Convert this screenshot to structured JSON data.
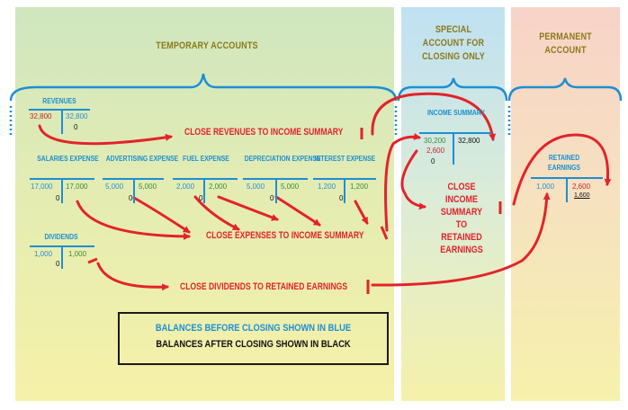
{
  "headers": {
    "temporary": "TEMPORARY ACCOUNTS",
    "special": "SPECIAL ACCOUNT FOR CLOSING ONLY",
    "permanent": "PERMANENT ACCOUNT"
  },
  "accounts": {
    "revenues": {
      "name": "REVENUES",
      "debit": "32,800",
      "credit": "32,800"
    },
    "salaries": {
      "name": "SALARIES EXPENSE",
      "debit": "17,000",
      "credit": "17,000"
    },
    "advertising": {
      "name": "ADVERTISING EXPENSE",
      "debit": "5,000",
      "credit": "5,000"
    },
    "fuel": {
      "name": "FUEL EXPENSE",
      "debit": "2,000",
      "credit": "2,000"
    },
    "depreciation": {
      "name": "DEPRECIATION EXPENSE",
      "debit": "5,000",
      "credit": "5,000"
    },
    "interest": {
      "name": "INTEREST EXPENSE",
      "debit": "1,200",
      "credit": "1,200"
    },
    "dividends": {
      "name": "DIVIDENDS",
      "debit": "1,000",
      "credit": "1,000"
    },
    "income_summary": {
      "name": "INCOME SUMMARY",
      "debit1": "30,200",
      "debit2": "2,600",
      "credit": "32,800"
    },
    "retained_earnings": {
      "name": "RETAINED EARNINGS",
      "debit": "1,000",
      "credit": "2,600",
      "balance": "1,600"
    }
  },
  "zero_balance_mark": "0",
  "steps": {
    "close_revenues": "CLOSE REVENUES TO INCOME SUMMARY",
    "close_expenses": "CLOSE EXPENSES TO INCOME SUMMARY",
    "close_income_summary": "CLOSE INCOME SUMMARY TO RETAINED EARNINGS",
    "close_dividends": "CLOSE DIVIDENDS TO RETAINED EARNINGS"
  },
  "legend": {
    "line1": "BALANCES BEFORE CLOSING SHOWN IN BLUE",
    "line2": "BALANCES AFTER CLOSING SHOWN IN BLACK"
  },
  "colors": {
    "blue": "#1d8fd3",
    "red": "#e2232b",
    "temporary_bg": "#d8e9bd",
    "special_bg": "#c7e4f1",
    "permanent_bg": "#f8d6c8"
  }
}
